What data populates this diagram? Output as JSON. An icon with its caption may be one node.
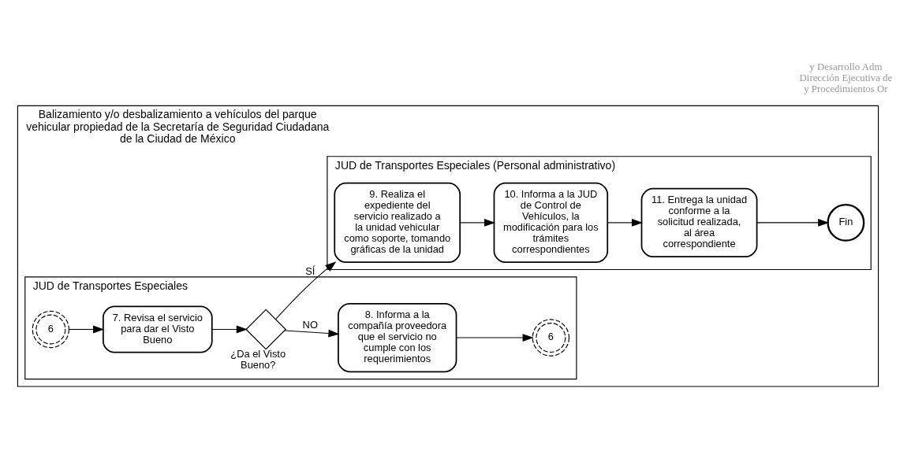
{
  "diagram": {
    "nodes": [
      {
        "text": [
          "Balizamiento y/o desbalizamiento a vehículos del parque vehicular propiedad de la Secretaría de Seguridad Ciudadana de la Ciudad de México"
        ]
      },
      {
        "text": [
          "JUD de Transportes Especiales"
        ],
        "in": 0
      },
      {
        "text": [
          "6"
        ],
        "in": 1
      },
      {
        "text": [
          "7. Revisa el servicio para dar el Visto Bueno"
        ],
        "in": 1
      },
      {
        "text": [
          "¿Da el Visto Bueno?"
        ],
        "in": 1
      },
      {
        "text": [
          "8. Informa a la compañía proveedora que el servicio no cumple con los requerimientos"
        ],
        "in": 1
      },
      {
        "text": [
          "6"
        ],
        "in": 1
      },
      {
        "text": [
          "JUD de Transportes Especiales (Personal administrativo)"
        ],
        "in": 0
      },
      {
        "text": [
          "9. Realiza el expediente del servicio realizado a la unidad vehicular como soporte, tomando gráficas de la unidad"
        ],
        "in": 7
      },
      {
        "text": [
          "10. Informa a la JUD de Control de Vehículos, la modificación para los trámites correspondientes"
        ],
        "in": 7
      },
      {
        "text": [
          "11. Entrega la unidad conforme a la solicitud realizada, al área correspondiente"
        ],
        "in": 7
      },
      {
        "text": [
          "Fin"
        ],
        "in": 7
      }
    ],
    "edges": [
      {
        "from": 2,
        "to": 3,
        "arrow": "to"
      },
      {
        "from": 3,
        "to": 4,
        "arrow": "to"
      },
      {
        "from": 4,
        "to": 5,
        "arrow": "to",
        "label": "NO"
      },
      {
        "from": 4,
        "to": 8,
        "arrow": "to",
        "label": "SÍ"
      },
      {
        "from": 5,
        "to": 6,
        "arrow": "to"
      },
      {
        "from": 8,
        "to": 9,
        "arrow": "to"
      },
      {
        "from": 9,
        "to": 10,
        "arrow": "to"
      },
      {
        "from": 10,
        "to": 11,
        "arrow": "to"
      }
    ],
    "labels": [
      "y Desarrollo Adm",
      "Dirección Ejecutiva de",
      "y Procedimientos Or"
    ]
  }
}
